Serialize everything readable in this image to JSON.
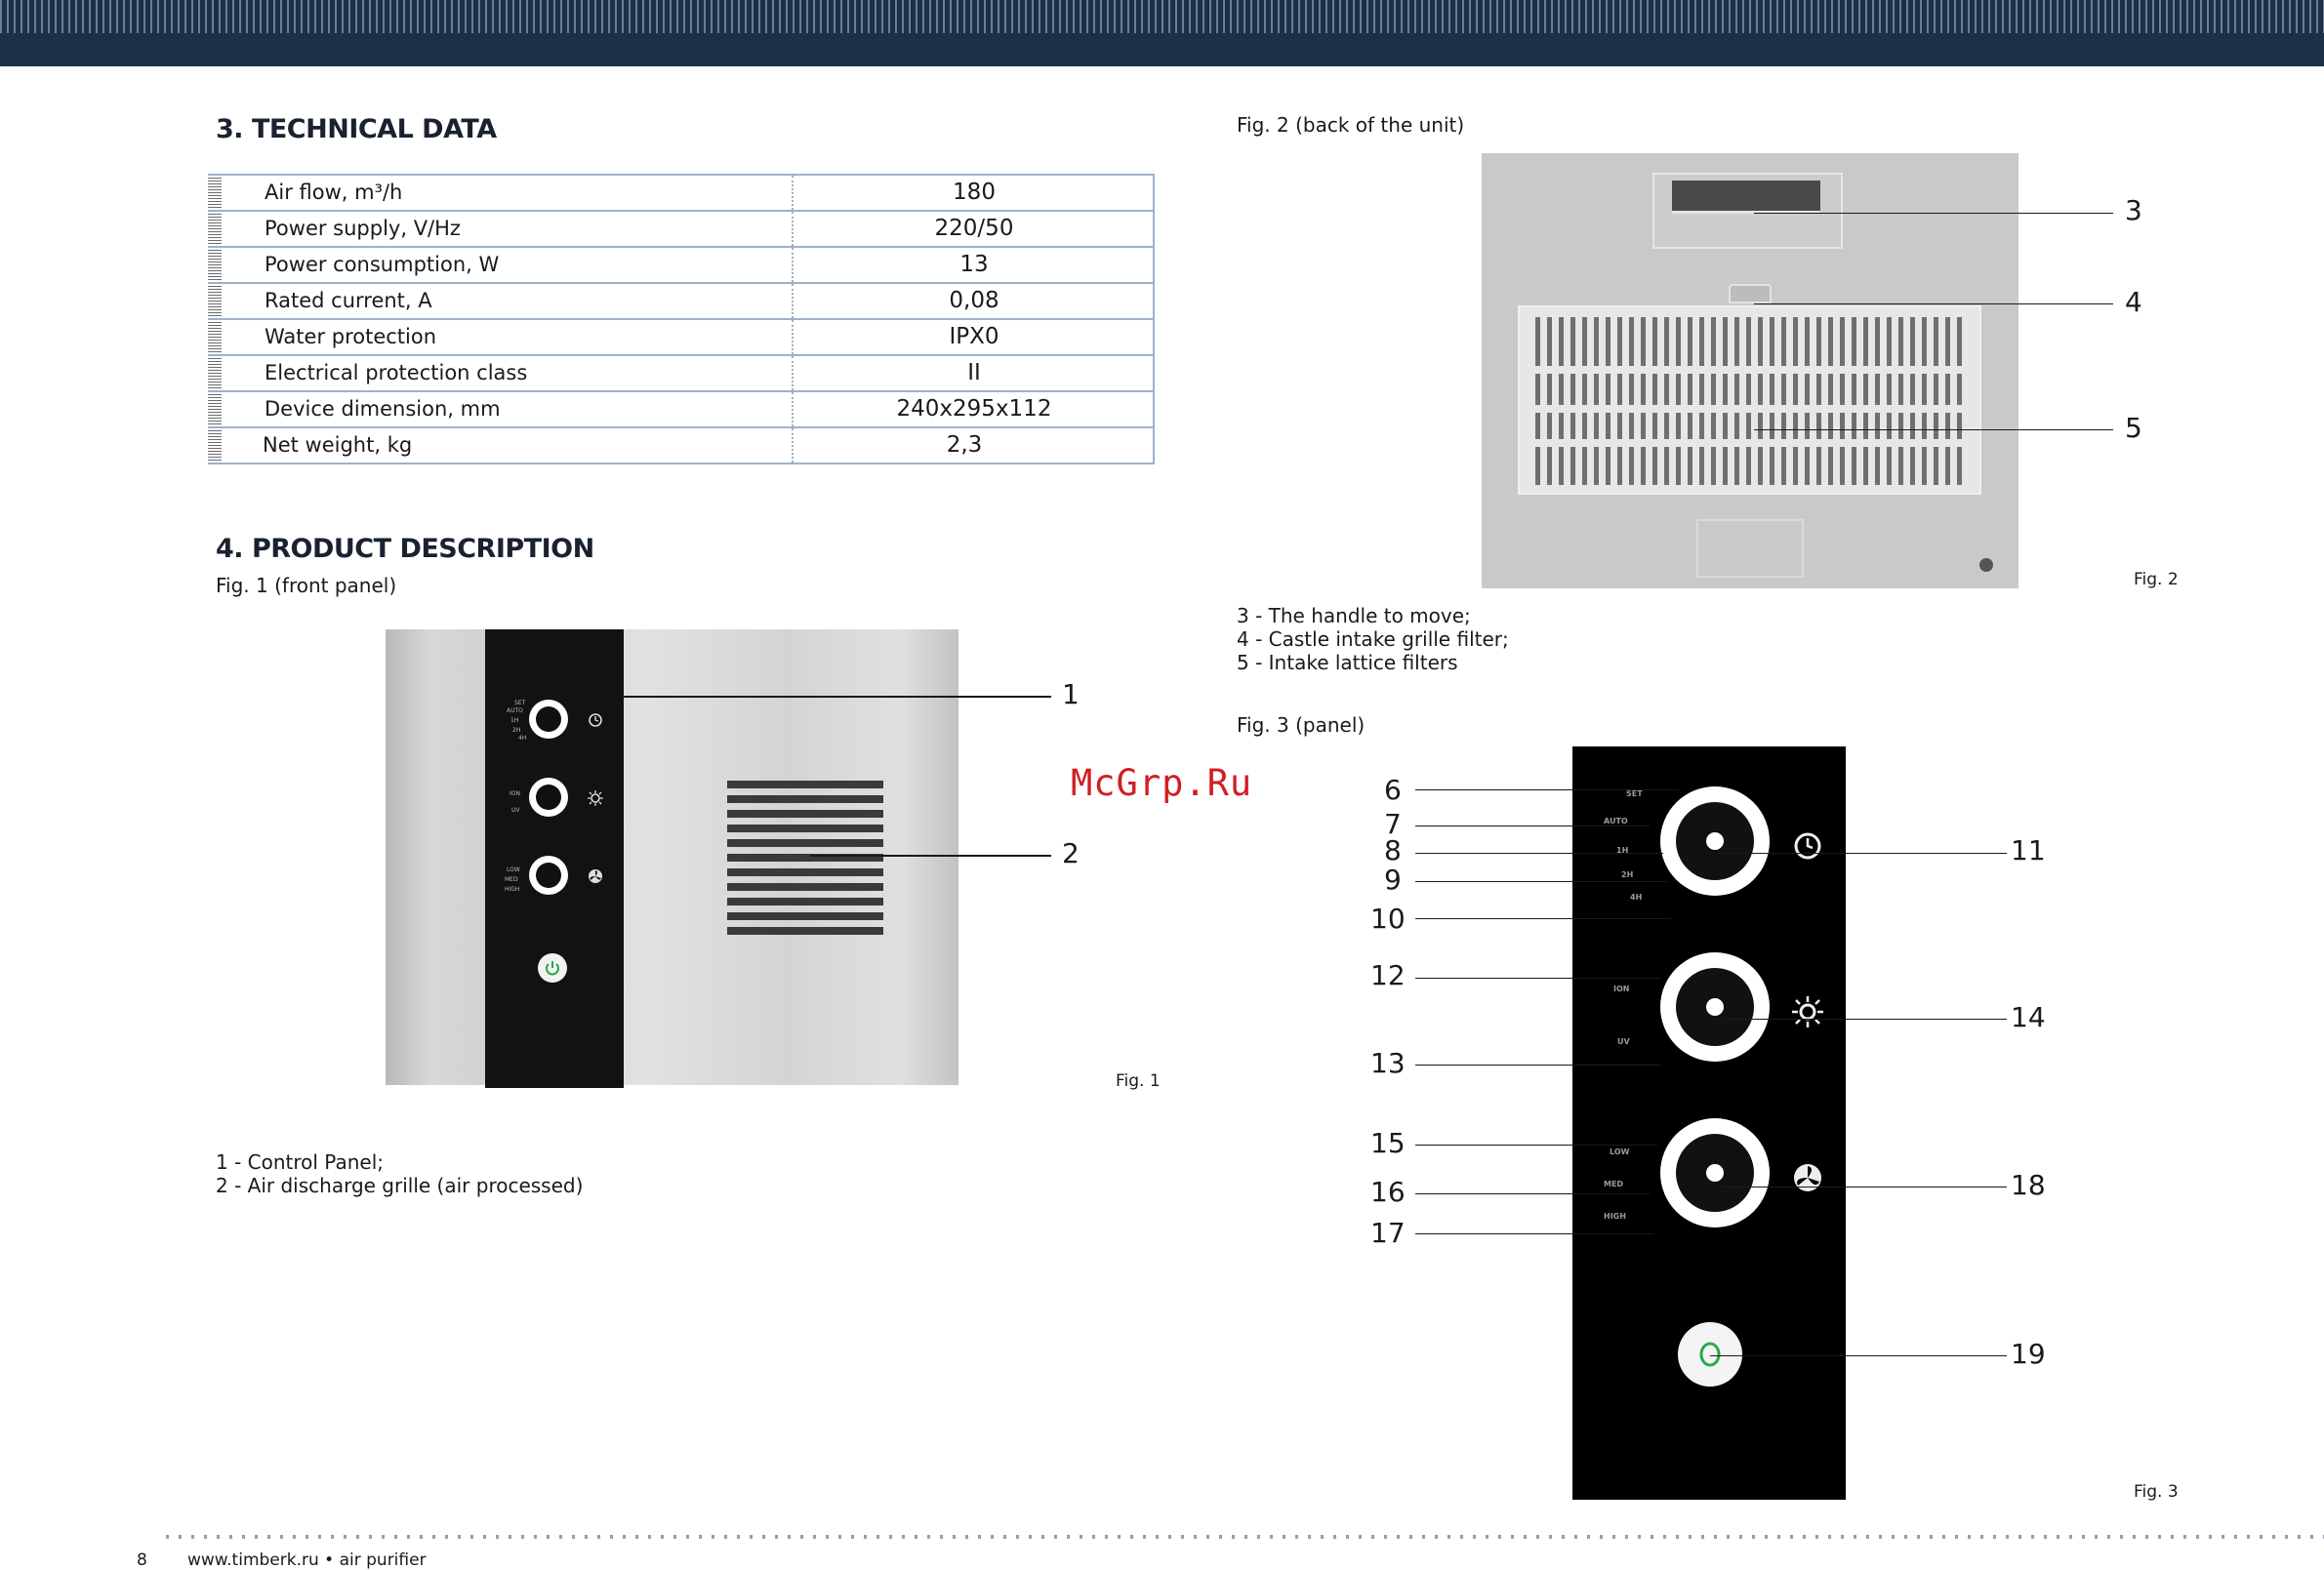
{
  "header": {
    "bar_color": "#1d3049"
  },
  "section3": {
    "title": "3. TECHNICAL DATA"
  },
  "tech_table": [
    {
      "label": "Air flow, m³/h",
      "value": "180"
    },
    {
      "label": "Power supply, V/Hz",
      "value": "220/50"
    },
    {
      "label": "Power consumption, W",
      "value": "13"
    },
    {
      "label": "Rated current, A",
      "value": "0,08"
    },
    {
      "label": "Water protection",
      "value": "IPX0"
    },
    {
      "label": "Electrical protection class",
      "value": "II"
    },
    {
      "label": "Device dimension, mm",
      "value": "240x295x112"
    },
    {
      "label": "Net weight, kg",
      "value": "2,3"
    }
  ],
  "section4": {
    "title": "4. PRODUCT DESCRIPTION"
  },
  "fig1": {
    "caption": "Fig. 1 (front panel)",
    "label": "Fig. 1",
    "panel_texts": {
      "k1": [
        "SET",
        "AUTO",
        "1H",
        "2H",
        "4H"
      ],
      "k2": [
        "ION",
        "UV"
      ],
      "k3": [
        "LOW",
        "MED",
        "HIGH"
      ]
    },
    "callouts": [
      "1",
      "2"
    ],
    "legend": [
      "1 - Control Panel;",
      "2 - Air discharge grille (air processed)"
    ]
  },
  "fig2": {
    "caption": "Fig. 2 (back of the unit)",
    "label": "Fig. 2",
    "callouts": [
      "3",
      "4",
      "5"
    ],
    "legend": [
      "3 - The handle to move;",
      "4 - Castle intake grille filter;",
      "5 - Intake lattice filters"
    ]
  },
  "fig3": {
    "caption": "Fig. 3 (panel)",
    "label": "Fig. 3",
    "panel_texts": [
      "SET",
      "AUTO",
      "1H",
      "2H",
      "4H",
      "ION",
      "UV",
      "LOW",
      "MED",
      "HIGH"
    ],
    "left_callouts": [
      "6",
      "7",
      "8",
      "9",
      "10",
      "12",
      "13",
      "15",
      "16",
      "17"
    ],
    "right_callouts": [
      "11",
      "14",
      "18",
      "19"
    ]
  },
  "watermark": "McGrp.Ru",
  "footer": {
    "page_number": "8",
    "text": "www.timberk.ru • air purifier"
  },
  "icons": [
    "clock-icon",
    "ion-icon",
    "fan-icon",
    "power-icon"
  ]
}
